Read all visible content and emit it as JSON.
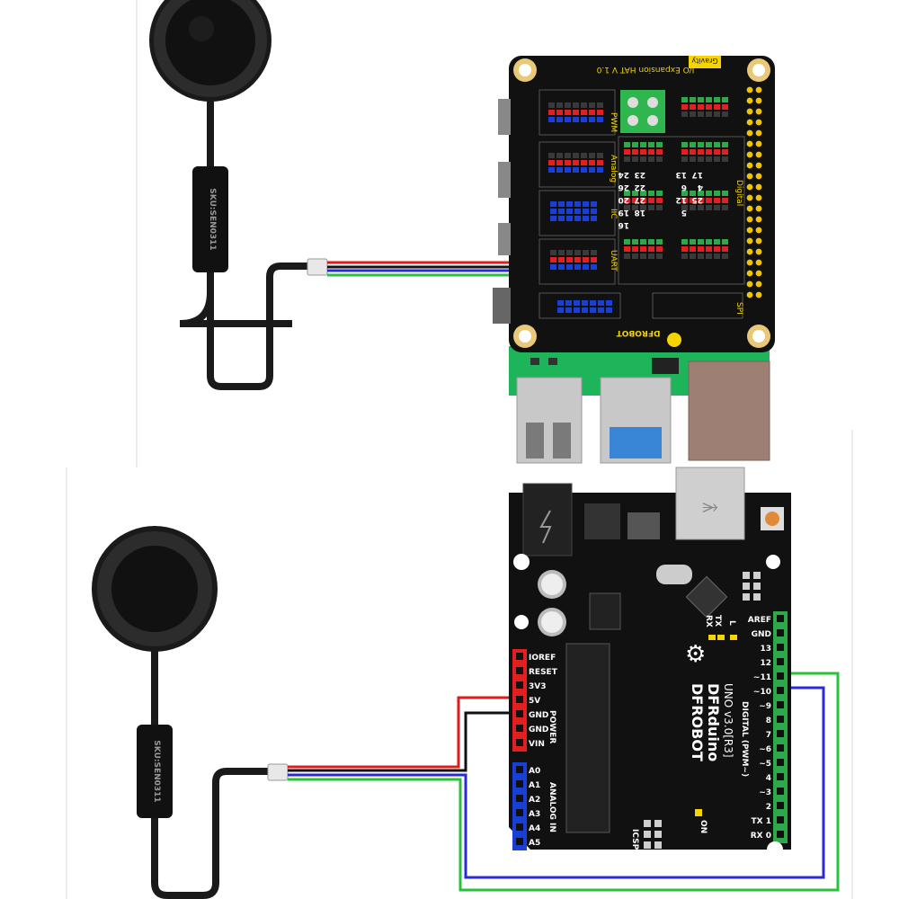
{
  "colors": {
    "board_black": "#111111",
    "pcb_green": "#1db45a",
    "header_red": "#e32020",
    "header_green": "#2fa84a",
    "header_blue": "#1a3fd6",
    "header_yellow": "#f0c400",
    "wire_red": "#e01b1b",
    "wire_blue": "#2b2bd6",
    "wire_green": "#29c23a",
    "wire_black": "#111111",
    "usb_blue": "#3a86d6",
    "silver": "#c8c8c8",
    "ethernet": "#9e7f73"
  },
  "top": {
    "hat_title_prefix": "Gravity",
    "hat_title": "I/O Expansion HAT V 1.0",
    "hat_brand": "DFROBOT",
    "hat_block_labels": [
      "PWM",
      "Analog",
      "IIC",
      "UART",
      "Digital",
      "SPI"
    ],
    "hat_digit_rows": [
      [
        "24",
        "26",
        "20",
        "19",
        "16",
        "13",
        "6",
        "12",
        "5"
      ],
      [
        "23",
        "22",
        "27",
        "18",
        "17",
        "4",
        "25"
      ]
    ],
    "sensor_cable_text": "SKU:SEN0311"
  },
  "bottom": {
    "brand": "DFROBOT",
    "product": "DFRduino",
    "model": "UNO v3.0[R3]",
    "power_pins": [
      "IOREF",
      "RESET",
      "3V3",
      "5V",
      "GND",
      "GND",
      "VIN"
    ],
    "analog_pins": [
      "A0",
      "A1",
      "A2",
      "A3",
      "A4",
      "A5"
    ],
    "power_label": "POWER",
    "analog_label": "ANALOG IN",
    "digital_pins": [
      "AREF",
      "GND",
      "13",
      "12",
      "~11",
      "~10",
      "~9",
      "8",
      "7",
      "~6",
      "~5",
      "4",
      "~3",
      "2",
      "TX 1",
      "RX 0"
    ],
    "digital_label": "DIGITAL (PWM~)",
    "icsp_label": "ICSP",
    "on_label": "ON",
    "led_labels": [
      "RX",
      "TX",
      "L"
    ],
    "sensor_cable_text": "SKU:SEN0311"
  }
}
